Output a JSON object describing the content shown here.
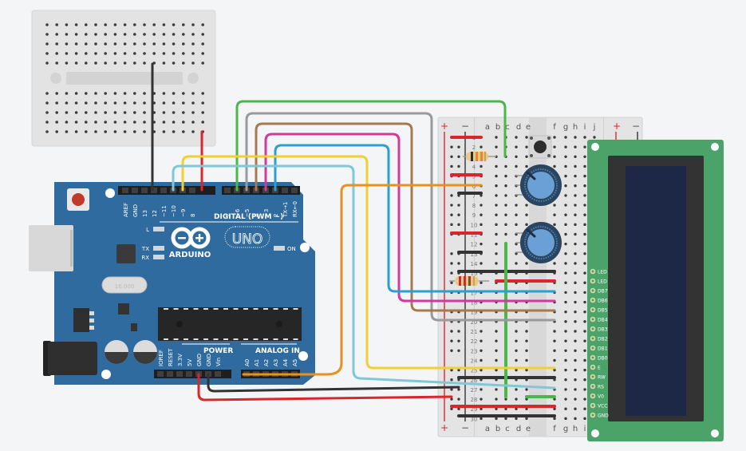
{
  "title": "Arduino Uno LCD circuit",
  "arduino": {
    "brand": "ARDUINO",
    "model": "UNO",
    "digital_header_label": "DIGITAL (PWM ~)",
    "power_header_label": "POWER",
    "analog_header_label": "ANALOG IN",
    "crystal_label": "16.000",
    "led_labels": [
      "L",
      "TX",
      "RX"
    ],
    "on_label": "ON",
    "digital_pins_left": [
      "AREF",
      "GND",
      "13",
      "12",
      "~11",
      "~10",
      "~9",
      "8"
    ],
    "digital_pins_right": [
      "7",
      "~6",
      "~5",
      "4",
      "~3",
      "2",
      "TX→1",
      "RX←0"
    ],
    "power_pins": [
      "IOREF",
      "RESET",
      "3.3V",
      "5V",
      "GND",
      "GND",
      "Vin"
    ],
    "analog_pins": [
      "A0",
      "A1",
      "A2",
      "A3",
      "A4",
      "A5"
    ]
  },
  "breadboard": {
    "rail_plus": "+",
    "rail_minus": "−",
    "columns_left": [
      "a",
      "b",
      "c",
      "d",
      "e"
    ],
    "columns_right": [
      "f",
      "g",
      "h",
      "i",
      "j"
    ],
    "row_numbers": [
      "1",
      "2",
      "3",
      "4",
      "5",
      "6",
      "7",
      "8",
      "9",
      "10",
      "11",
      "12",
      "13",
      "14",
      "15",
      "16",
      "17",
      "18",
      "19",
      "20",
      "21",
      "22",
      "23",
      "24",
      "25",
      "26",
      "27",
      "28",
      "29",
      "30"
    ]
  },
  "lcd": {
    "pins": [
      "LED",
      "LED",
      "DB7",
      "DB6",
      "DB5",
      "DB4",
      "DB3",
      "DB2",
      "DB1",
      "DB0",
      "E",
      "RW",
      "RS",
      "V0",
      "VCC",
      "GND"
    ]
  },
  "components": [
    {
      "type": "resistor",
      "name": "resistor-1"
    },
    {
      "type": "resistor",
      "name": "resistor-2"
    },
    {
      "type": "pushbutton",
      "name": "pushbutton"
    },
    {
      "type": "potentiometer",
      "name": "potentiometer-1"
    },
    {
      "type": "potentiometer",
      "name": "potentiometer-2"
    }
  ],
  "wire_colors": {
    "red": "#d9262c",
    "black": "#333333",
    "green": "#4cb64c",
    "gray": "#9a9a9a",
    "brown": "#a57a4f",
    "magenta": "#cf3a9c",
    "blue": "#2a9fd6",
    "yellow": "#f1d036",
    "lightblue": "#7ec8d8",
    "orange": "#e8911f"
  },
  "colors": {
    "board": "#2f6b9e",
    "breadboard": "#e4e4e4",
    "lcd_pcb": "#4ba36a",
    "lcd_screen": "#1c2846"
  }
}
